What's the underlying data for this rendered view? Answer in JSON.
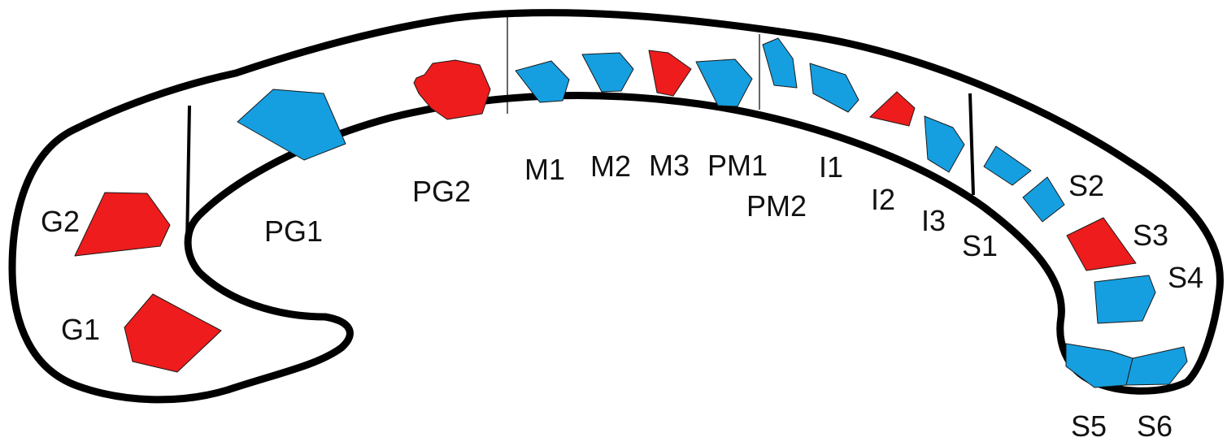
{
  "colors": {
    "red": "#ee1c1c",
    "blue": "#159fe0",
    "outline": "#000000"
  },
  "structures": [
    {
      "id": "G1",
      "label": "G1",
      "color": "red"
    },
    {
      "id": "G2",
      "label": "G2",
      "color": "red"
    },
    {
      "id": "PG1",
      "label": "PG1",
      "color": "blue"
    },
    {
      "id": "PG2",
      "label": "PG2",
      "color": "red"
    },
    {
      "id": "M1",
      "label": "M1",
      "color": "blue"
    },
    {
      "id": "M2",
      "label": "M2",
      "color": "blue"
    },
    {
      "id": "M3",
      "label": "M3",
      "color": "red"
    },
    {
      "id": "PM1",
      "label": "PM1",
      "color": "blue"
    },
    {
      "id": "PM2",
      "label": "PM2",
      "color": "blue"
    },
    {
      "id": "I1",
      "label": "I1",
      "color": "blue"
    },
    {
      "id": "I2",
      "label": "I2",
      "color": "red"
    },
    {
      "id": "I3",
      "label": "I3",
      "color": "blue"
    },
    {
      "id": "S1",
      "label": "S1",
      "color": "blue"
    },
    {
      "id": "S2",
      "label": "S2",
      "color": "blue"
    },
    {
      "id": "S3",
      "label": "S3",
      "color": "red"
    },
    {
      "id": "S4",
      "label": "S4",
      "color": "blue"
    },
    {
      "id": "S5",
      "label": "S5",
      "color": "blue"
    },
    {
      "id": "S6",
      "label": "S6",
      "color": "blue"
    }
  ]
}
